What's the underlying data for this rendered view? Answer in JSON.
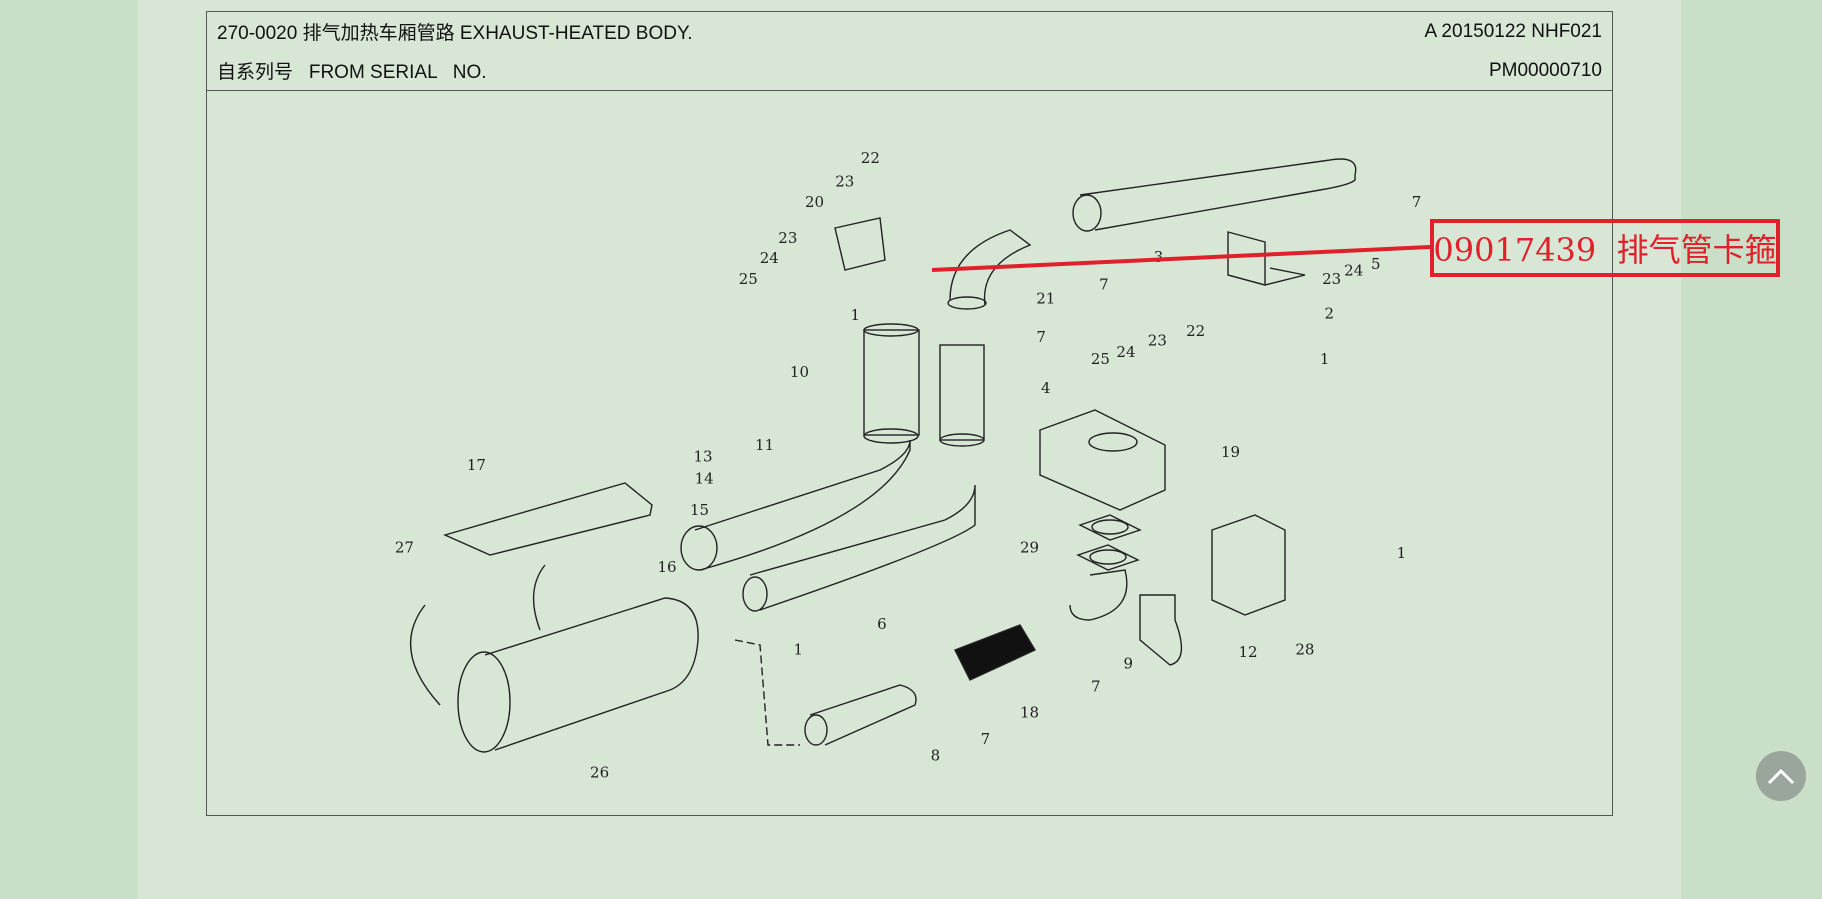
{
  "header": {
    "title": "270-0020  排气加热车厢管路  EXHAUST-HEATED BODY.",
    "revision": "A 20150122 NHF021",
    "serial_label": "自系列号   FROM SERIAL   NO.",
    "serial_value": "PM00000710"
  },
  "annotation": {
    "part_number_label": "09017439  排气管卡箍",
    "color": "#e0202a"
  },
  "callouts": [
    "22",
    "23",
    "20",
    "23",
    "24",
    "25",
    "1",
    "21",
    "7",
    "3",
    "7",
    "5",
    "24",
    "23",
    "2",
    "1",
    "7",
    "10",
    "4",
    "25",
    "24",
    "23",
    "22",
    "19",
    "13",
    "14",
    "15",
    "16",
    "17",
    "11",
    "27",
    "29",
    "1",
    "6",
    "1",
    "9",
    "12",
    "28",
    "7",
    "18",
    "7",
    "8",
    "26"
  ],
  "scroll_top_icon": "chevron-up-icon"
}
